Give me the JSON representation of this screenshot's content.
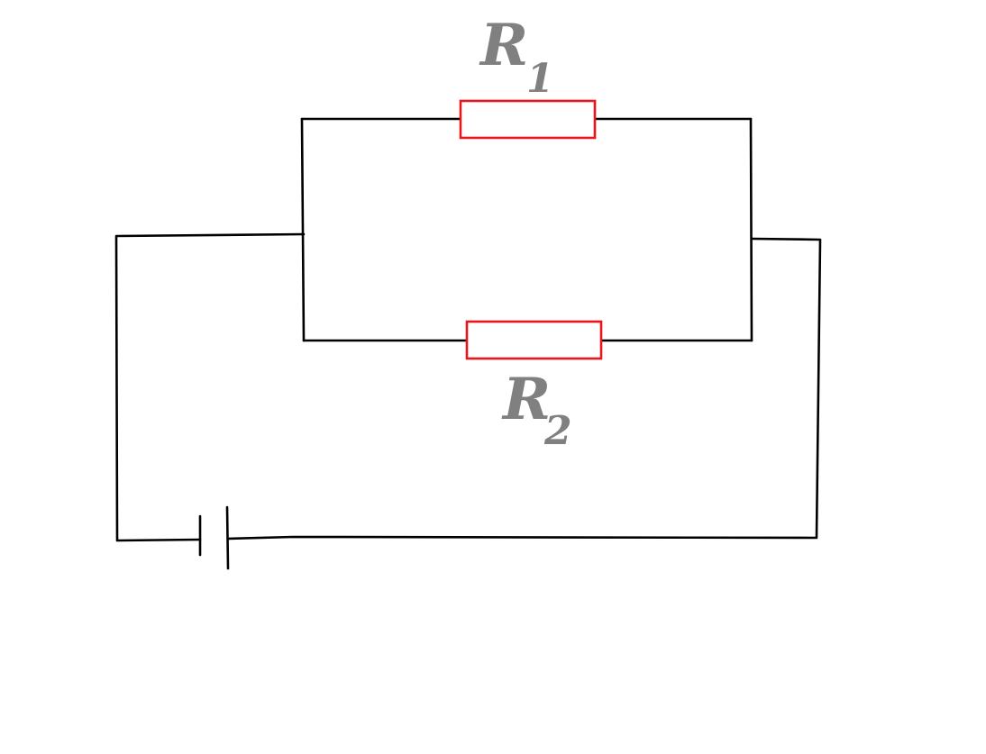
{
  "colors": {
    "wire": "#000000",
    "resistor_outline": "#e8151b",
    "label": "#808080",
    "background": "#ffffff"
  },
  "components": {
    "r1": {
      "letter": "R",
      "subscript": "1"
    },
    "r2": {
      "letter": "R",
      "subscript": "2"
    },
    "battery": {
      "icon": "battery-cell-icon"
    }
  }
}
